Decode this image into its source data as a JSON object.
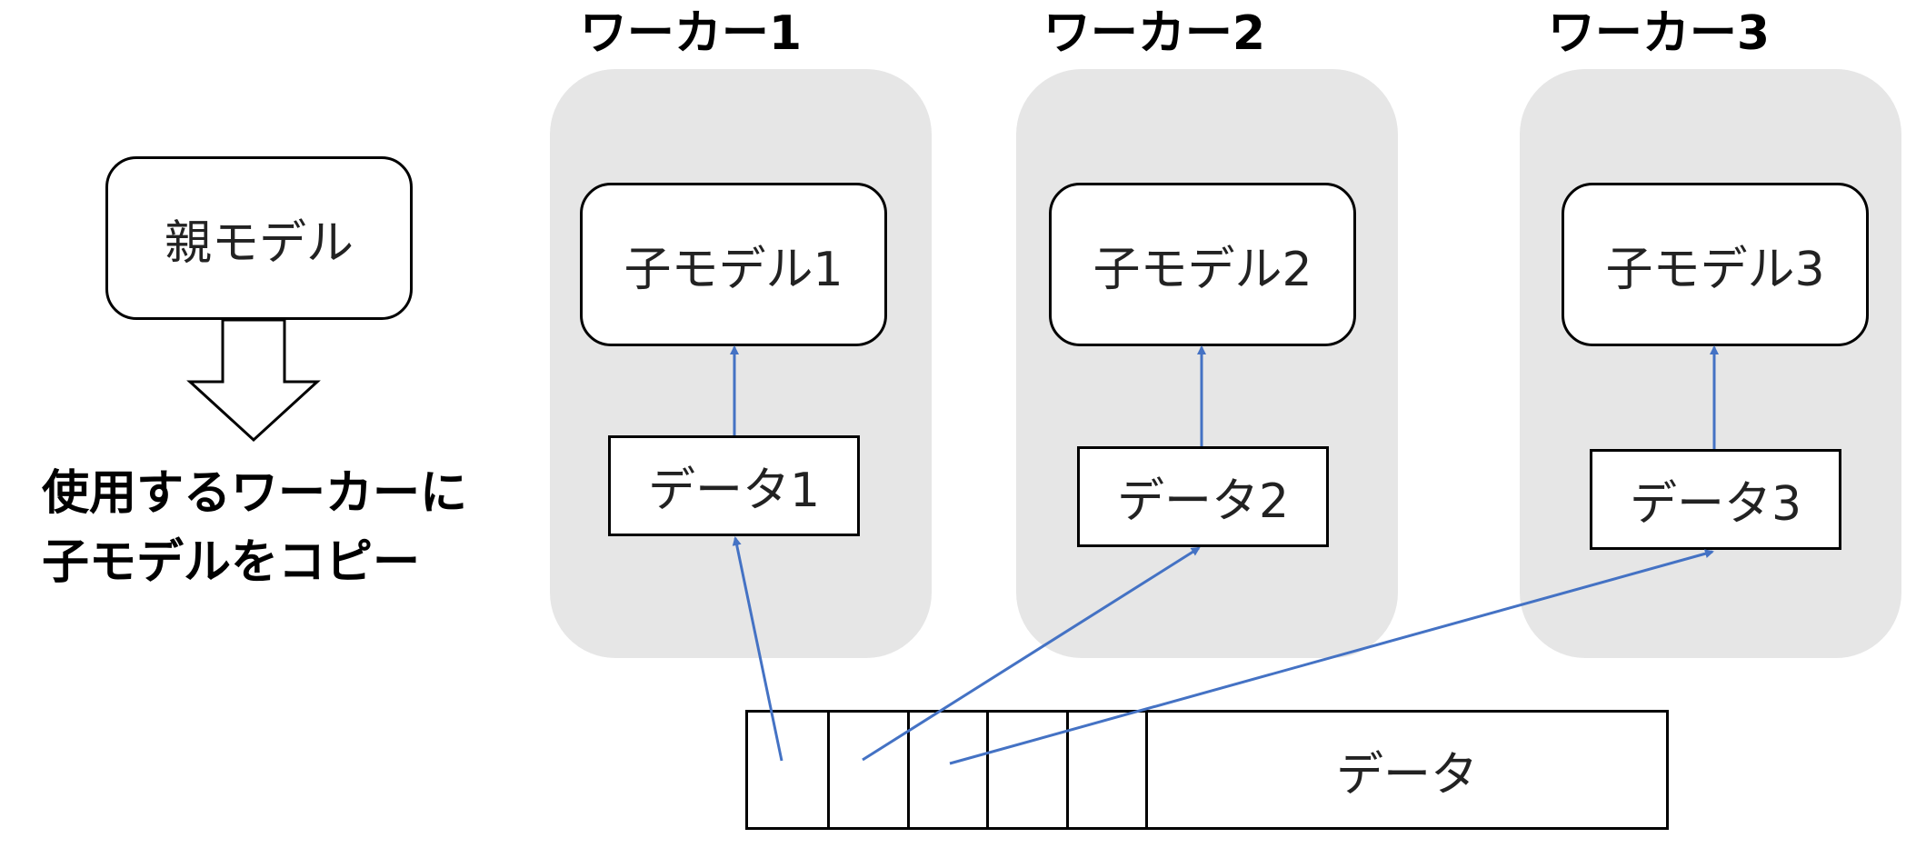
{
  "parent": {
    "label": "親モデル"
  },
  "caption": {
    "line1": "使用するワーカーに",
    "line2": "子モデルをコピー"
  },
  "workers": [
    {
      "title": "ワーカー1",
      "model": "子モデル1",
      "data": "データ1"
    },
    {
      "title": "ワーカー2",
      "model": "子モデル2",
      "data": "データ2"
    },
    {
      "title": "ワーカー3",
      "model": "子モデル3",
      "data": "データ3"
    }
  ],
  "dataset": {
    "label": "データ"
  },
  "colors": {
    "arrow": "#4472c4",
    "worker_background": "#e6e6e6",
    "outline": "#000000"
  }
}
